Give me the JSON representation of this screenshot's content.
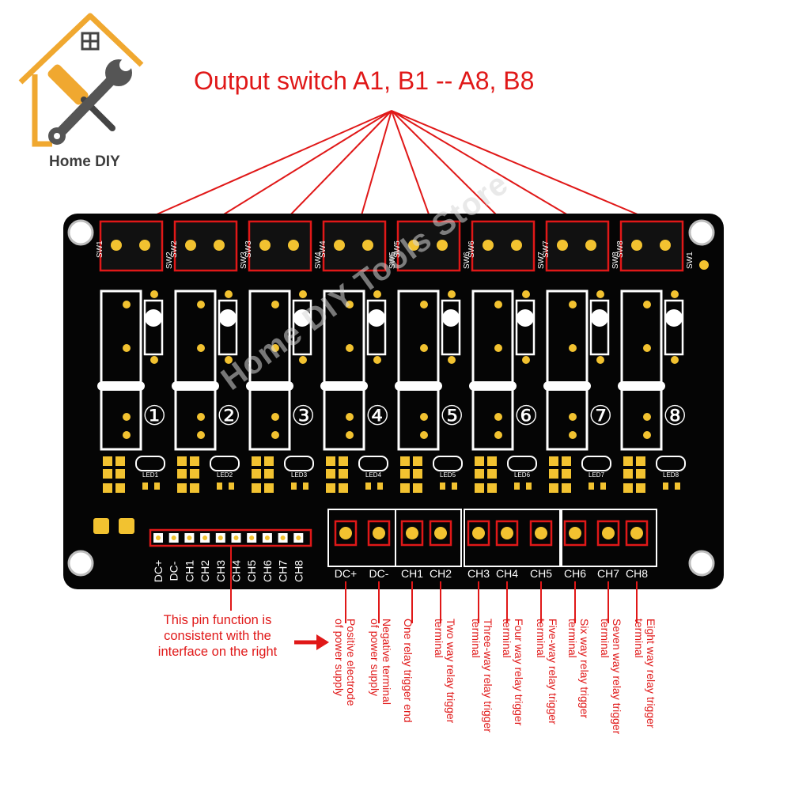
{
  "logo": {
    "text": "Home DIY",
    "icon": "house-tools-icon"
  },
  "title": "Output switch A1, B1 -- A8, B8",
  "watermark": "Home DIY Tools Store",
  "colors": {
    "board": "#050505",
    "accent": "#e01818",
    "pad": "#f2c230",
    "silk": "#ffffff"
  },
  "board": {
    "switch_labels": [
      "SW1",
      "SW2",
      "SW3",
      "SW4",
      "SW5",
      "SW6",
      "SW7",
      "SW8"
    ],
    "relay_numbers": [
      "①",
      "②",
      "③",
      "④",
      "⑤",
      "⑥",
      "⑦",
      "⑧"
    ],
    "led_labels": [
      "LED1",
      "LED2",
      "LED3",
      "LED4",
      "LED5",
      "LED6",
      "LED7",
      "LED8"
    ],
    "header_pins": [
      "DC+",
      "DC-",
      "CH1",
      "CH2",
      "CH3",
      "CH4",
      "CH5",
      "CH6",
      "CH7",
      "CH8"
    ],
    "terminal_labels": [
      "DC+",
      "DC-",
      "CH1",
      "CH2",
      "CH3",
      "CH4",
      "CH5",
      "CH6",
      "CH7",
      "CH8"
    ]
  },
  "pin_note": "This pin function is consistent with the interface on the right",
  "terminal_descriptions": [
    "Positive electrode\nof power supply",
    "Negative terminal\nof power supply",
    "One relay trigger end",
    "Two way relay trigger\nterminal",
    "Three-way relay trigger\nterminal",
    "Four way relay trigger\nterminal",
    "Five-way relay trigger\nterminal",
    "Six way relay trigger\nterminal",
    "Seven way relay trigger\nterminal",
    "Eight way relay trigger\nterminal"
  ]
}
